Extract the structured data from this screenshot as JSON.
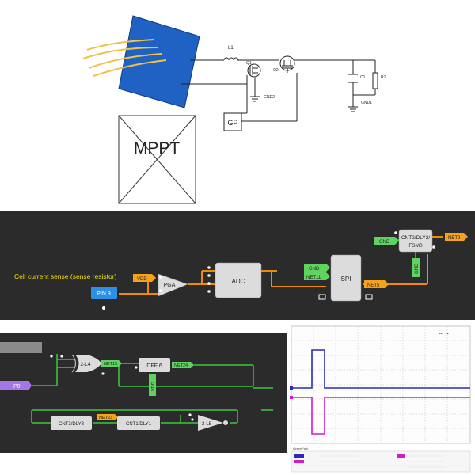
{
  "schematic": {
    "l1": "L1",
    "q1": "Q1",
    "q2": "Q2",
    "c1": "C1",
    "r1": "R1",
    "gnd2": "GND2",
    "gnd1": "GND1",
    "gp": "GP",
    "mppt": "MPPT"
  },
  "sense_panel": {
    "caption": "Cell current sense (sense resistor)",
    "vdd": "VDD",
    "pin9": "PIN 9",
    "pga": "PGA",
    "adc": "ADC",
    "gnd": "GND",
    "net11": "NET11",
    "spi": "SPI",
    "net5": "NET5",
    "cnt_line1": "CNT2/DLY2/",
    "cnt_line2": "FSM0",
    "net9": "NET9",
    "gnd_top": "GND",
    "gnd_vert": "GND"
  },
  "logic_panel": {
    "p0": "P0",
    "xor": "2-L4",
    "net15": "NET15",
    "dff": "DFF 6",
    "net24": "NET24",
    "vdd": "VDD",
    "net23": "NET23",
    "cnt3": "CNT3/DLY3",
    "cnt1": "CNT1/DLY1",
    "inv": "2-L5"
  },
  "scope": {
    "ch2": "GreenPath",
    "colors": {
      "ch_blue": "#2b2bb8",
      "ch_magenta": "#d21ad2",
      "grid": "#b9b9b9"
    }
  },
  "colors": {
    "panel_bg": "#2b2b2b",
    "wire_orange": "#f08a00",
    "wire_green": "#3cc83c",
    "tag_green": "#5fd35f",
    "tag_orange": "#f6a21a",
    "block_gray": "#dcdcdc",
    "pin_blue": "#2e8fe6",
    "p0_purple": "#a476e6",
    "solar_blue": "#1f62c4",
    "solar_yellow": "#f1c24a"
  }
}
